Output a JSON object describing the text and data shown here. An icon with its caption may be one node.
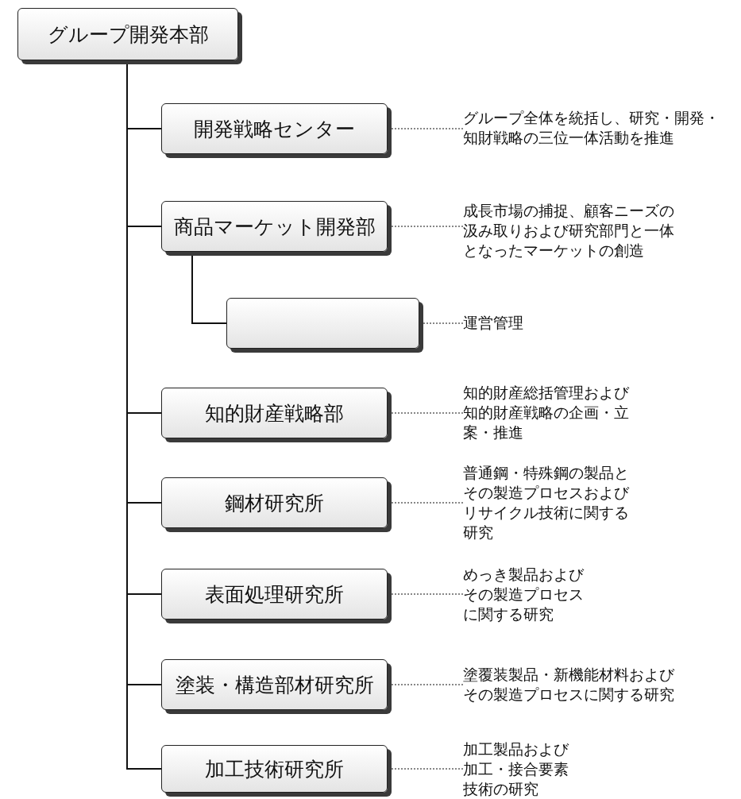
{
  "diagram": {
    "nodes": [
      {
        "text": [
          "グループ開発本部"
        ]
      },
      {
        "text": [
          "開発戦略センター"
        ]
      },
      {
        "text": [
          "グループ全体を統括し、研究・開発・知財戦略の三位一体活動を推進"
        ]
      },
      {
        "text": [
          "商品マーケット開発部"
        ]
      },
      {
        "text": [
          "成長市場の捕捉、顧客ニーズの汲み取りおよび研究部門と一体となったマーケットの創造"
        ]
      },
      {
        "text": [],
        "shape": "box"
      },
      {
        "text": [
          "運営管理"
        ]
      },
      {
        "text": [
          "知的財産戦略部"
        ]
      },
      {
        "text": [
          "知的財産総括管理および知的財産戦略の企画・立案・推進"
        ]
      },
      {
        "text": [
          "鋼材研究所"
        ]
      },
      {
        "text": [
          "普通鋼・特殊鋼の製品とその製造プロセスおよびリサイクル技術に関する研究"
        ]
      },
      {
        "text": [
          "表面処理研究所"
        ]
      },
      {
        "text": [
          "めっき製品およびその製造プロセスに関する研究"
        ]
      },
      {
        "text": [
          "塗装・構造部材研究所"
        ]
      },
      {
        "text": [
          "塗覆装製品・新機能材料およびその製造プロセスに関する研究"
        ]
      },
      {
        "text": [
          "加工技術研究所"
        ]
      },
      {
        "text": [
          "加工製品および加工・接合要素技術の研究"
        ]
      }
    ],
    "edges": [
      {
        "from": 0,
        "to": 1,
        "arrow": "none"
      },
      {
        "from": 0,
        "to": 3,
        "arrow": "none"
      },
      {
        "from": 3,
        "to": 5,
        "arrow": "none"
      },
      {
        "from": 0,
        "to": 7,
        "arrow": "none"
      },
      {
        "from": 0,
        "to": 9,
        "arrow": "none"
      },
      {
        "from": 0,
        "to": 11,
        "arrow": "none"
      },
      {
        "from": 0,
        "to": 13,
        "arrow": "none"
      },
      {
        "from": 0,
        "to": 15,
        "arrow": "none"
      },
      {
        "from": 2,
        "to": 1,
        "arrow": "none",
        "style": "dashed"
      },
      {
        "from": 4,
        "to": 3,
        "arrow": "none",
        "style": "dashed"
      },
      {
        "from": 6,
        "to": 5,
        "arrow": "none",
        "style": "dashed"
      },
      {
        "from": 8,
        "to": 7,
        "arrow": "none",
        "style": "dashed"
      },
      {
        "from": 10,
        "to": 9,
        "arrow": "none",
        "style": "dashed"
      },
      {
        "from": 12,
        "to": 11,
        "arrow": "none",
        "style": "dashed"
      },
      {
        "from": 14,
        "to": 13,
        "arrow": "none",
        "style": "dashed"
      },
      {
        "from": 16,
        "to": 15,
        "arrow": "none",
        "style": "dashed"
      }
    ]
  }
}
